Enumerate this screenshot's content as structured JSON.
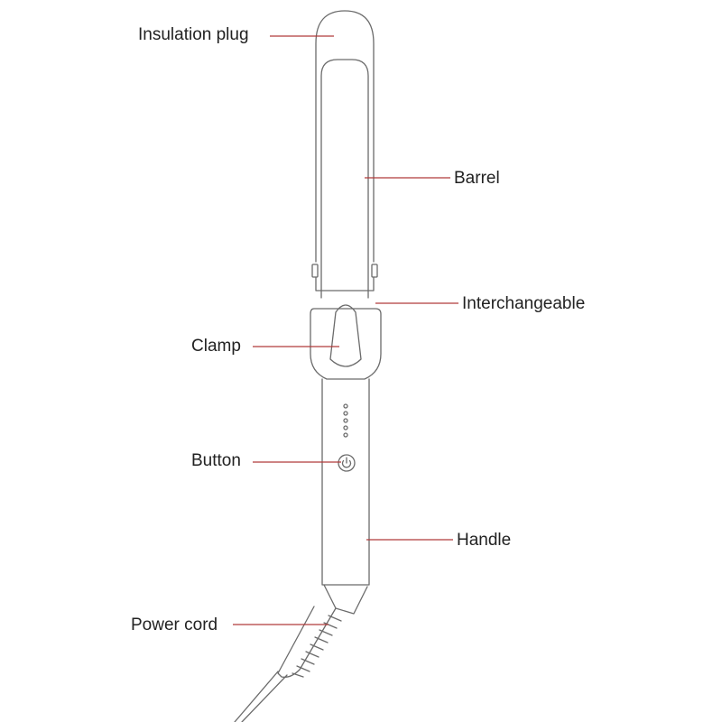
{
  "labels": {
    "insulation_plug": "Insulation plug",
    "barrel": "Barrel",
    "interchangeable": "Interchangeable",
    "clamp": "Clamp",
    "button": "Button",
    "handle": "Handle",
    "power_cord": "Power cord"
  },
  "colors": {
    "leader_line": "#b03a3a",
    "outline": "#6b6b6b",
    "label_text": "#222222",
    "background": "#ffffff"
  },
  "icons": {
    "power_button": "power-icon"
  }
}
